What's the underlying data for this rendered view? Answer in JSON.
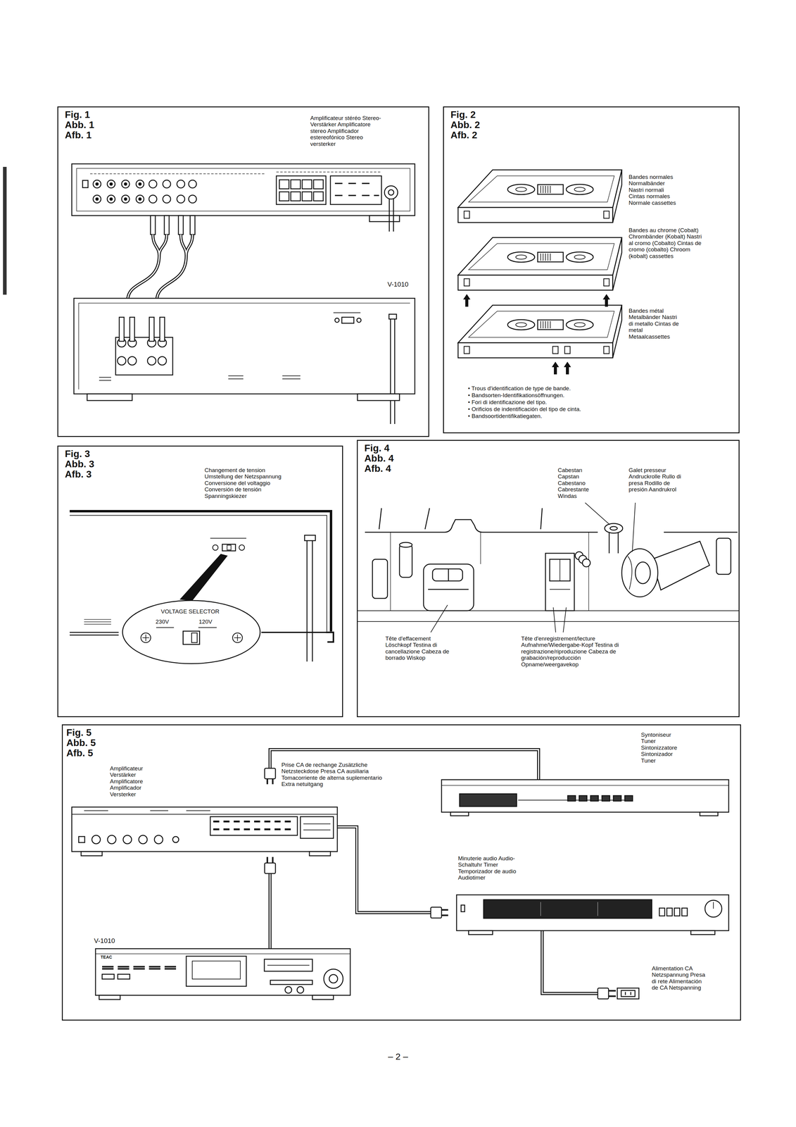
{
  "diagram": {
    "nodes": [
      {
        "text": [
          "Fig. 1 Abb. 1 Afb. 1"
        ]
      },
      {
        "text": [
          "Fig. 2 Abb. 2 Afb. 2"
        ]
      },
      {
        "text": [
          "Fig. 3 Abb. 3 Afb. 3"
        ]
      },
      {
        "text": [
          "VOLTAGE SELECTOR",
          "230V",
          "120V"
        ],
        "in": 2
      },
      {
        "text": [
          "Fig. 4 Abb. 4 Afb. 4"
        ]
      },
      {
        "text": [
          "Fig. 5 Abb. 5 Afb. 5"
        ]
      }
    ],
    "labels": [
      "Amplificateur stéréo Stereo-Verstärker Amplificatore stereo Amplificador estereofónico Stereo versterker",
      "V-1010",
      "Bandes normales Normalbänder Nastri normali Cintas normales Normale cassettes",
      "Bandes au chrome (Cobalt) Chrombänder (Kobalt) Nastri al cromo (Cobalto) Cintas de cromo (cobalto) Chroom (kobalt) cassettes",
      "Bandes métal Metalbänder Nastri di metallo Cintas de metal Metaalcassettes",
      "• Trous d'identification de type de bande.",
      "• Bandsorten-Identifikationsöffnungen.",
      "• Fori di identificazione del tipo.",
      "• Orificios de indentificación del tipo de cinta.",
      "• Bandsoortidentifikatiegaten.",
      "Changement de tension Umstellung der Netzspannung Conversione del voltaggio Conversión de tensión Spanningskiezer",
      "Cabestan Capstan Cabestano Cabrestante Windas",
      "Galet presseur Andruckrolle Rullo di presa Rodillo de presión Aandrukrol",
      "Tête d'effacement Löschkopf Testina di cancellazione Cabeza de borrado Wiskop",
      "Tête d'enregistrement/lecture Aufnahme/Wiedergabe-Kopf Testina di registrazione/riproduzione Cabeza de grabación/reproducción Opname/weergavekop",
      "Syntoniseur Tuner Sintonizzatore Sintonizador Tuner",
      "Amplificateur Verstärker Amplificatore Amplificador Versterker",
      "Prise CA de rechange Zusätzliche Netzsteckdose Presa CA ausiliaria Tomacorriente de alterna suplementario Extra netuitgang",
      "Minuterie audio Audio-Schaltuhr Timer Temporizador de audio Audiotimer",
      "V-1010",
      "TEAC",
      "Alimentation CA Netzspannung Presa di rete Alimentación de CA Netspanning",
      "– 2 –"
    ]
  }
}
